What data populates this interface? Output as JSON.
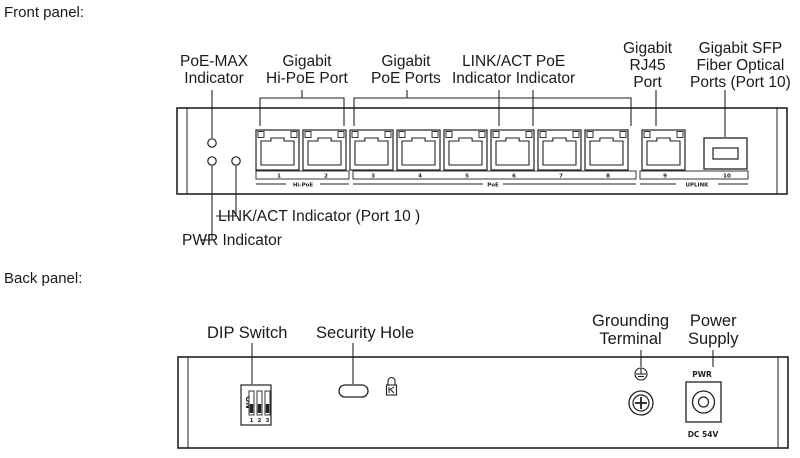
{
  "front_panel": {
    "title": "Front panel:",
    "labels": {
      "poe_max": [
        "PoE-MAX",
        "Indicator"
      ],
      "hi_poe_port": [
        "Gigabit",
        "Hi-PoE Port"
      ],
      "poe_ports": [
        "Gigabit",
        "PoE Ports"
      ],
      "link_act_poe": [
        "LINK/ACT PoE",
        "Indicator Indicator"
      ],
      "rj45": [
        "Gigabit",
        "RJ45",
        "Port"
      ],
      "sfp": [
        "Gigabit SFP",
        "Fiber Optical",
        "Ports (Port 10)"
      ],
      "link_act_port10": "LINK/ACT Indicator (Port 10 )",
      "pwr_indicator": "PWR Indicator"
    },
    "port_numbers": [
      "1",
      "2",
      "3",
      "4",
      "5",
      "6",
      "7",
      "8",
      "9",
      "10"
    ],
    "group_labels": {
      "hi_poe": "Hi-PoE",
      "poe": "PoE",
      "uplink": "UPLINK"
    }
  },
  "back_panel": {
    "title": "Back panel:",
    "labels": {
      "dip_switch": "DIP Switch",
      "security_hole": "Security Hole",
      "grounding": [
        "Grounding",
        "Terminal"
      ],
      "power_supply": [
        "Power",
        "Supply"
      ]
    },
    "dip_on": "ON",
    "dip_numbers": [
      "1",
      "2",
      "3"
    ],
    "pwr_label": "PWR",
    "dc_label": "DC 54V"
  }
}
